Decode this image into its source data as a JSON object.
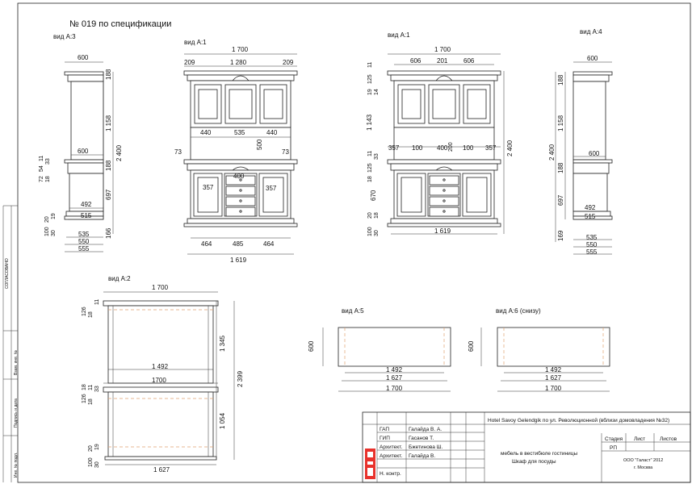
{
  "sheet_title": "№ 019 по спецификации",
  "views": {
    "a3": "вид А:3",
    "a1_left": "вид А:1",
    "a1_right": "вид А:1",
    "a4": "вид А:4",
    "a2": "вид А:2",
    "a5": "вид А:5",
    "a6": "вид А:6 (снизу)"
  },
  "dims": {
    "a3_top_width": "600",
    "a3_mid_width": "600",
    "a3_h188_top": "188",
    "a3_h1158": "1 158",
    "a3_h2400": "2 400",
    "a3_h188_mid": "188",
    "a3_h697": "697",
    "a3_h166": "166",
    "a3_492": "492",
    "a3_515": "515",
    "a3_535": "535",
    "a3_550": "550",
    "a3_555": "555",
    "a3_side_72": "72",
    "a3_side_54": "54",
    "a3_side_11": "11",
    "a3_side_18": "18",
    "a3_side_33": "33",
    "a3_side_100": "100",
    "a3_side_20": "20",
    "a3_side_30": "30",
    "a3_side_19": "19",
    "a1l_1700": "1 700",
    "a1l_209a": "209",
    "a1l_1280": "1 280",
    "a1l_209b": "209",
    "a1l_440a": "440",
    "a1l_535": "535",
    "a1l_440b": "440",
    "a1l_500": "500",
    "a1l_73a": "73",
    "a1l_73b": "73",
    "a1l_400": "400",
    "a1l_357a": "357",
    "a1l_357b": "357",
    "a1l_464a": "464",
    "a1l_485": "485",
    "a1l_464b": "464",
    "a1l_1619": "1 619",
    "a1r_1700": "1 700",
    "a1r_606a": "606",
    "a1r_201": "201",
    "a1r_606b": "606",
    "a1r_11a": "11",
    "a1r_125a": "125",
    "a1r_19": "19",
    "a1r_14": "14",
    "a1r_1143": "1 143",
    "a1r_2400": "2 400",
    "a1r_357a": "357",
    "a1r_100a": "100",
    "a1r_400": "400",
    "a1r_100b": "100",
    "a1r_357b": "357",
    "a1r_200": "200",
    "a1r_11b": "11",
    "a1r_125b": "125",
    "a1r_18": "18",
    "a1r_33": "33",
    "a1r_670": "670",
    "a1r_20": "20",
    "a1r_18b": "18",
    "a1r_100": "100",
    "a1r_30": "30",
    "a1r_1619": "1 619",
    "a4_600a": "600",
    "a4_188": "188",
    "a4_1158": "1 158",
    "a4_2400": "2 400",
    "a4_600b": "600",
    "a4_188b": "188",
    "a4_697": "697",
    "a4_492": "492",
    "a4_515": "515",
    "a4_169": "169",
    "a4_535": "535",
    "a4_550": "550",
    "a4_555": "555",
    "a2_1700": "1 700",
    "a2_126": "126",
    "a2_11": "11",
    "a2_18": "18",
    "a2_1345": "1 345",
    "a2_2399": "2 399",
    "a2_1492": "1 492",
    "a2_1700b": "1700",
    "a2_18b": "18",
    "a2_11b": "11",
    "a2_126b": "126",
    "a2_33": "33",
    "a2_18c": "18",
    "a2_1054": "1 054",
    "a2_100": "100",
    "a2_20": "20",
    "a2_30": "30",
    "a2_19": "19",
    "a2_1627": "1 627",
    "a5_600": "600",
    "a5_1492": "1 492",
    "a5_1627": "1 627",
    "a5_1700": "1 700",
    "a6_600": "600",
    "a6_1492": "1 492",
    "a6_1627": "1 627",
    "a6_1700": "1 700"
  },
  "side_stamps": {
    "agreed": "СОГЛАСОВАНО",
    "inv": "Взам. инв. №",
    "sign_date": "Подпись и дата",
    "inv_orig": "Инв. № подл."
  },
  "title_block": {
    "project": "Hotel Savoy Gelendgik по ул. Революционной (вблизи домовладения №32)",
    "roles": [
      "ГАП",
      "ГИП",
      "Архитект.",
      "Архитект.",
      "Н. контр."
    ],
    "names": [
      "Галайда В. А.",
      "Гасанов Т.",
      "Бжетинова Ш.",
      "Галайда В.",
      ""
    ],
    "description_line1": "мебель в вестибюле гостиницы",
    "description_line2": "Шкаф для посуды",
    "stage_label": "Стадия",
    "sheet_label": "Лист",
    "sheets_label": "Листов",
    "stage_value": "РП",
    "company": "ООО \"Галаст\" 2012",
    "city": "г. Москва"
  },
  "colors": {
    "logo_red": "#e8322c",
    "dashed_accent": "#e0a070"
  }
}
